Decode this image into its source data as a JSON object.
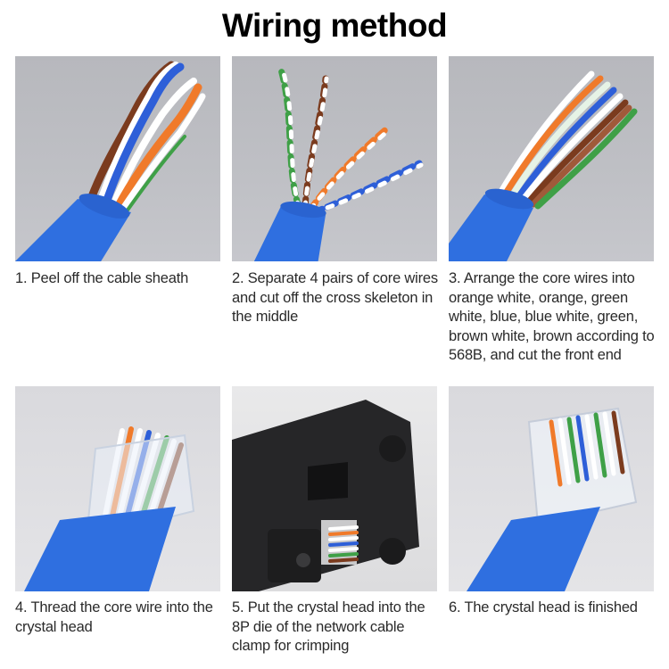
{
  "title": "Wiring method",
  "steps": [
    {
      "number": 1,
      "image": "cable-sheath-peeled-photo",
      "caption": "1. Peel off the cable sheath"
    },
    {
      "number": 2,
      "image": "separated-pairs-photo",
      "caption": "2. Separate 4 pairs of core wires and cut off the cross skeleton in the middle"
    },
    {
      "number": 3,
      "image": "arranged-wires-photo",
      "caption": "3. Arrange the core wires into orange white, orange, green white, blue, blue white, green, brown white, brown according to 568B, and cut the front end"
    },
    {
      "number": 4,
      "image": "wires-in-crystal-head-photo",
      "caption": "4. Thread the core wire into the crystal head"
    },
    {
      "number": 5,
      "image": "crimping-tool-photo",
      "caption": "5. Put the crystal head into the 8P die of the network cable clamp for crimping"
    },
    {
      "number": 6,
      "image": "finished-crystal-head-photo",
      "caption": "6. The crystal head is finished"
    }
  ],
  "colors": {
    "cable_blue": "#2f6fe0",
    "wire_orange": "#f07a2a",
    "wire_green": "#3fa047",
    "wire_blue": "#2e5fd8",
    "wire_brown": "#7b3b1e",
    "panel_gray": "#bcbdc2",
    "tool_black": "#262628"
  }
}
